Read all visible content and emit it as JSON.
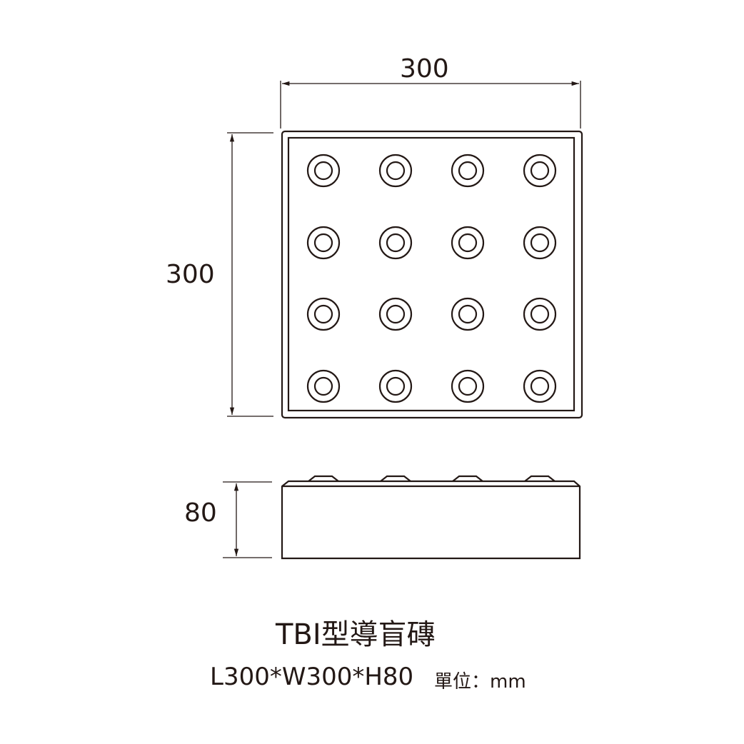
{
  "dimensions": {
    "width_label": "300",
    "length_label": "300",
    "height_label": "80"
  },
  "grid": {
    "rows": 4,
    "cols": 4
  },
  "title": "TBI型導盲磚",
  "spec": "L300*W300*H80",
  "unit": "單位：mm",
  "colors": {
    "line": "#231815"
  }
}
